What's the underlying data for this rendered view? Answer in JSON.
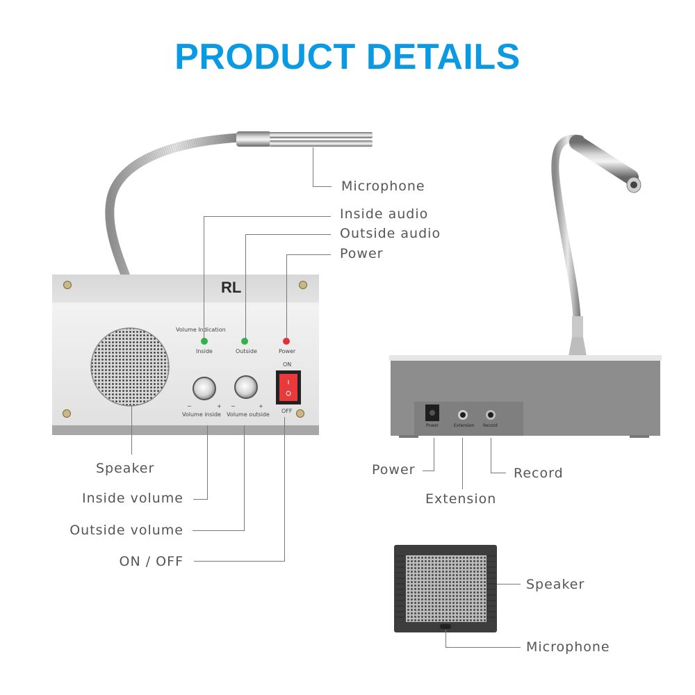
{
  "page": {
    "title": "PRODUCT DETAILS",
    "title_color": "#0a9ae4",
    "label_color": "#555555",
    "line_color": "#777777"
  },
  "front_unit": {
    "brand_logo": "RL",
    "brand_color": "#c0182c",
    "panel": {
      "volume_indication": "Volume Indication",
      "led_inside": "Inside",
      "led_outside": "Outside",
      "led_power": "Power",
      "switch_on": "ON",
      "switch_off": "OFF",
      "knob_inside": "Volume inside",
      "knob_outside": "Volume outside",
      "minus": "−",
      "plus": "+"
    },
    "callouts": {
      "microphone": "Microphone",
      "inside_audio": "Inside audio",
      "outside_audio": "Outside audio",
      "power": "Power",
      "speaker": "Speaker",
      "inside_volume": "Inside volume",
      "outside_volume": "Outside volume",
      "on_off": "ON / OFF"
    },
    "colors": {
      "led_green": "#2fb34a",
      "led_red": "#e0323a",
      "switch_red": "#e83a3a"
    }
  },
  "back_unit": {
    "ports": {
      "power": "Power",
      "extension": "Extension",
      "record": "Record"
    },
    "callouts": {
      "power": "Power",
      "extension": "Extension",
      "record": "Record"
    }
  },
  "external_speaker": {
    "callouts": {
      "speaker": "Speaker",
      "microphone": "Microphone"
    }
  }
}
